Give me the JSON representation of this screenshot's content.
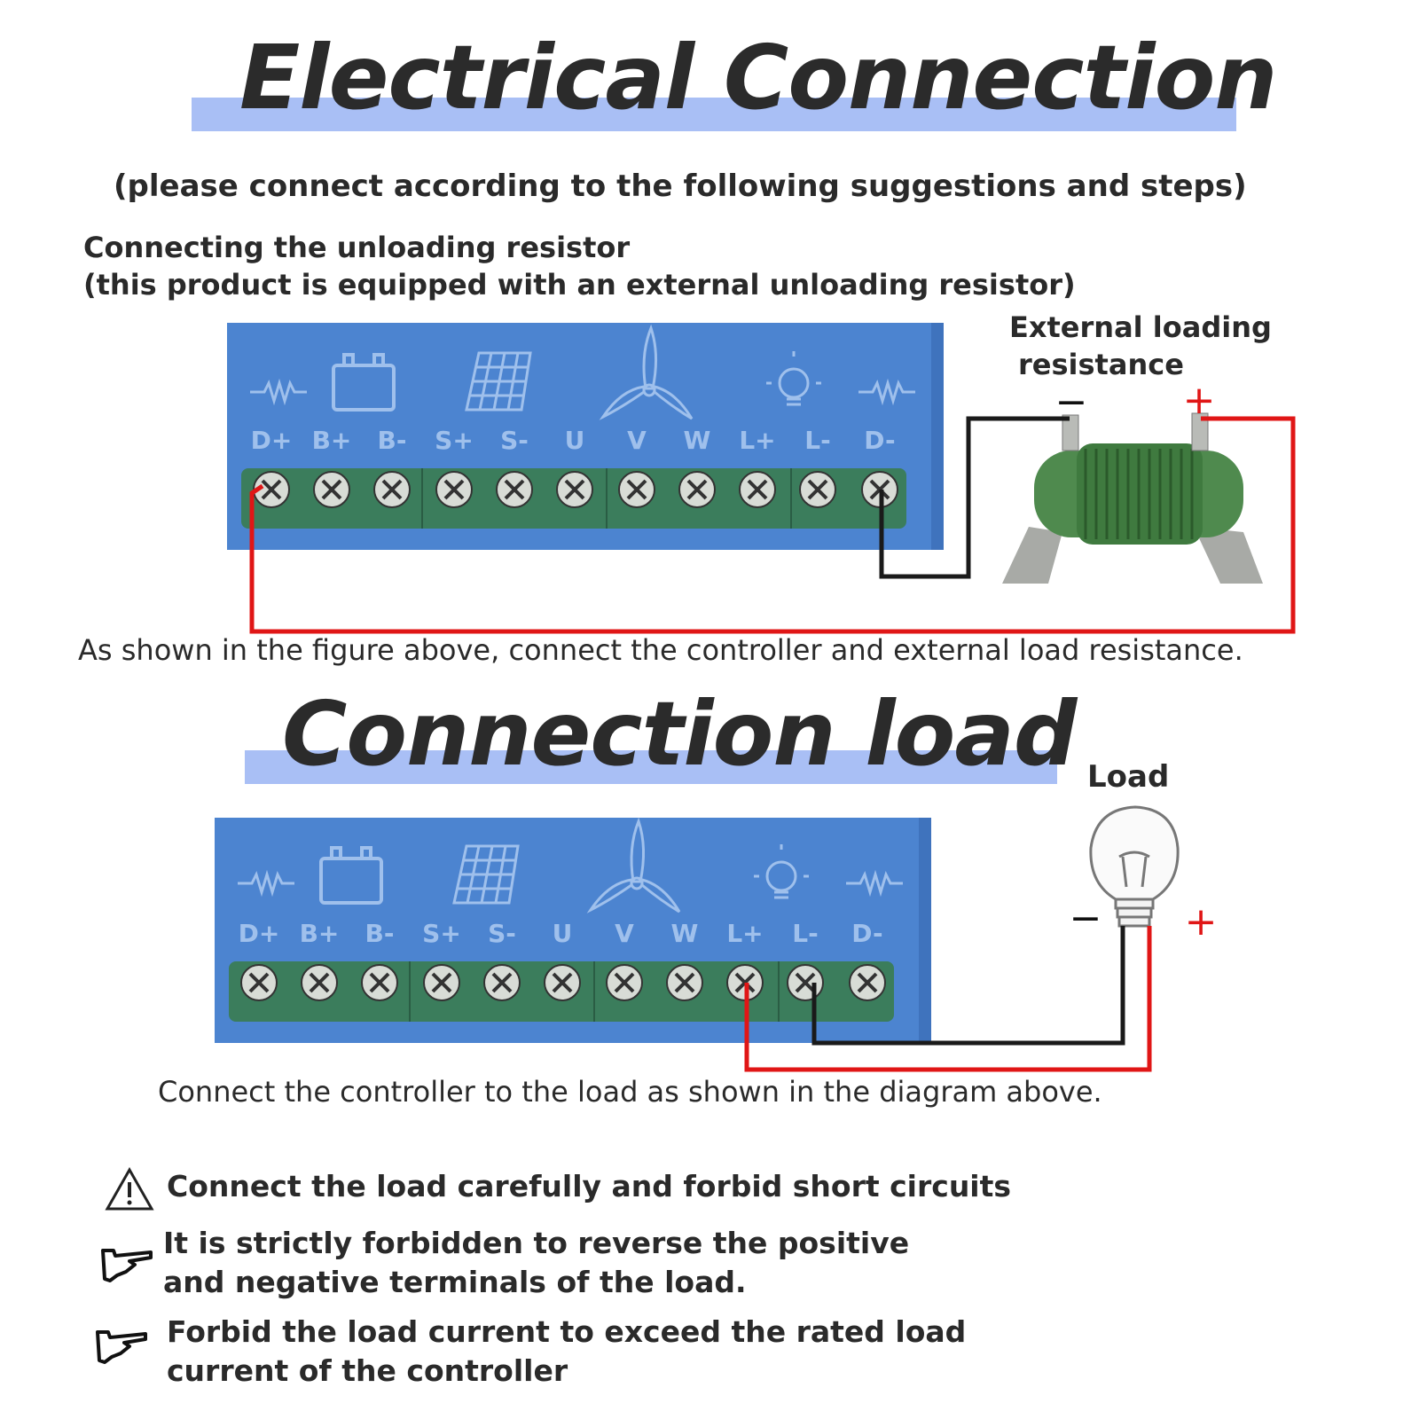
{
  "header": {
    "title": "Electrical Connection",
    "subtitle": "(please connect according to the following suggestions and steps)"
  },
  "resistor_section": {
    "heading_line1": "Connecting the unloading resistor",
    "heading_line2": "(this product is equipped with an external unloading resistor)",
    "resistor_label_line1": "External loading",
    "resistor_label_line2": "resistance",
    "minus_sign": "−",
    "plus_sign": "+",
    "caption": "As shown in the figure above, connect the controller and external load resistance."
  },
  "load_section": {
    "title": "Connection load",
    "load_label": "Load",
    "minus_sign": "−",
    "plus_sign": "+",
    "caption": "Connect the controller to the load as shown in the diagram above."
  },
  "controller": {
    "terminals": [
      "D+",
      "B+",
      "B-",
      "S+",
      "S-",
      "U",
      "V",
      "W",
      "L+",
      "L-",
      "D-"
    ],
    "colors": {
      "panel": "#4c84d0",
      "terminal_block": "#3b7d5c",
      "wire_red": "#e01616",
      "wire_black": "#1a1a1a",
      "band": "#a9bff5"
    }
  },
  "notes": [
    {
      "icon": "warning-triangle-icon",
      "text": "Connect the load carefully and forbid short circuits"
    },
    {
      "icon": "pointing-hand-icon",
      "text_line1": "It is strictly forbidden to reverse the positive",
      "text_line2": "and negative terminals of the load."
    },
    {
      "icon": "pointing-hand-icon",
      "text_line1": "Forbid the load current to exceed the rated load",
      "text_line2": "current of the controller"
    }
  ]
}
